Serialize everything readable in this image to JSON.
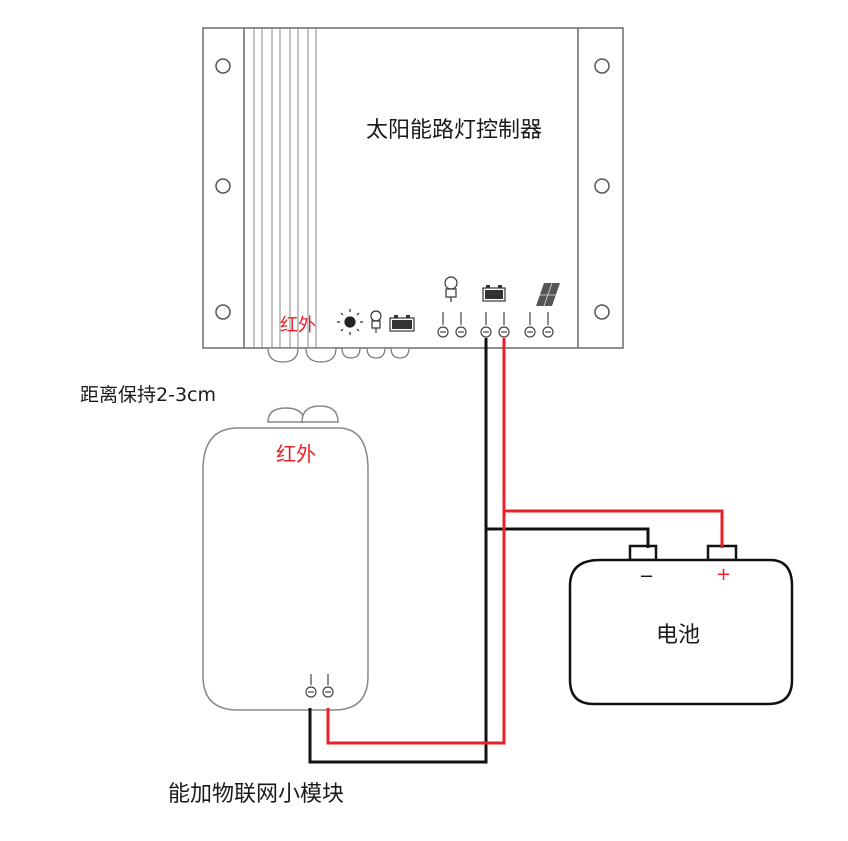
{
  "controller": {
    "title": "太阳能路灯控制器",
    "ir_label": "红外"
  },
  "module": {
    "ir_label": "红外",
    "name": "能加物联网小模块"
  },
  "distance_note": "距离保持2-3cm",
  "battery": {
    "name": "电池",
    "neg": "−",
    "pos": "+"
  },
  "colors": {
    "wire_red": "#e8202a",
    "wire_black": "#111111",
    "outline": "#555555"
  },
  "icons": [
    "sun-icon",
    "bulb-icon",
    "battery-icon",
    "solar-panel-icon"
  ]
}
